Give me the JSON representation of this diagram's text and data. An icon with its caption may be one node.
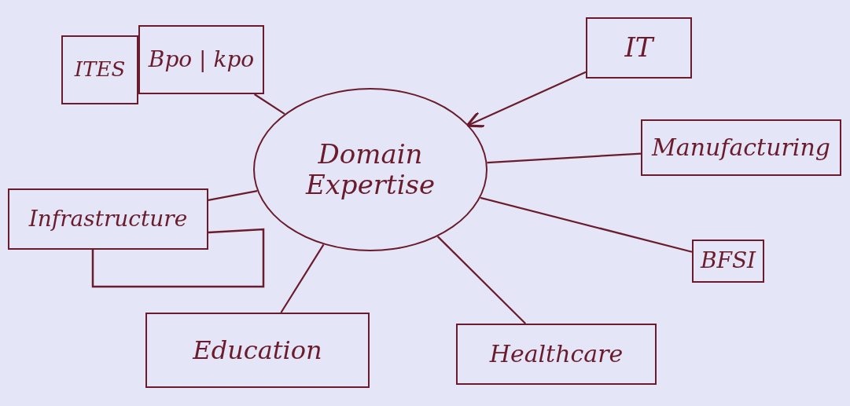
{
  "diagram": {
    "nodes": [
      {
        "text": [
          "Domain Expertise"
        ]
      },
      {
        "text": [
          "ITES"
        ]
      },
      {
        "text": [
          "Bpo | kpo"
        ]
      },
      {
        "text": [
          "IT"
        ]
      },
      {
        "text": [
          "Manufacturing"
        ]
      },
      {
        "text": [
          "BFSI"
        ]
      },
      {
        "text": [
          "Healthcare"
        ]
      },
      {
        "text": [
          "Education"
        ]
      },
      {
        "text": [
          "Infrastructure"
        ]
      }
    ],
    "edges": [
      {
        "from": 0,
        "to": 2,
        "arrow": "none"
      },
      {
        "from": 3,
        "to": 0,
        "arrow": "to"
      },
      {
        "from": 0,
        "to": 4,
        "arrow": "none"
      },
      {
        "from": 0,
        "to": 5,
        "arrow": "none"
      },
      {
        "from": 0,
        "to": 6,
        "arrow": "none"
      },
      {
        "from": 0,
        "to": 7,
        "arrow": "none"
      },
      {
        "from": 0,
        "to": 8,
        "arrow": "none"
      }
    ]
  }
}
